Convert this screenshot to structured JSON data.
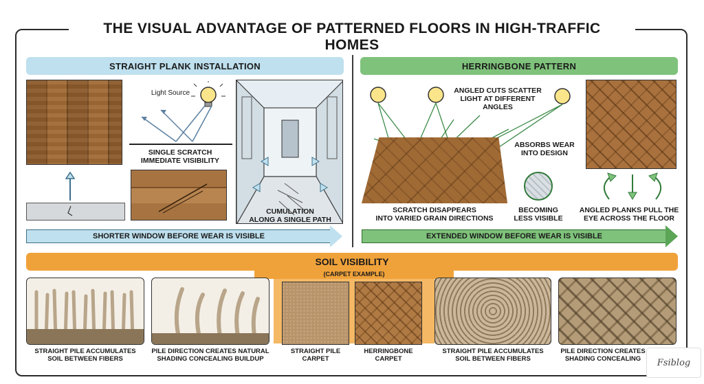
{
  "title": "THE VISUAL ADVANTAGE OF PATTERNED FLOORS IN HIGH-TRAFFIC HOMES",
  "left": {
    "header": "STRAIGHT PLANK INSTALLATION",
    "light_source": "Light Source",
    "scratch_label": "SINGLE SCRATCH\nIMMEDIATE VISIBILITY",
    "hallway_label": "CUMULATION\nALONG A SINGLE PATH",
    "arrow": "SHORTER WINDOW BEFORE WEAR IS VISIBLE"
  },
  "right": {
    "header": "HERRINGBONE PATTERN",
    "angled_cuts": "ANGLED CUTS SCATTER\nLIGHT AT DIFFERENT\nANGLES",
    "absorbs": "ABSORBS WEAR\nINTO DESIGN",
    "scratch_disappears": "SCRATCH DISAPPEARS\nINTO VARIED GRAIN DIRECTIONS",
    "less_visible": "BECOMING\nLESS VISIBLE",
    "angled_planks": "ANGLED PLANKS PULL THE\nEYE ACROSS THE FLOOR",
    "arrow": "EXTENDED WINDOW BEFORE WEAR IS VISIBLE"
  },
  "soil": {
    "header": "SOIL VISIBILITY",
    "sub": "(CARPET EXAMPLE)",
    "cards": [
      {
        "label": "STRAIGHT PILE ACCUMULATES\nSOIL BETWEEN FIBERS"
      },
      {
        "label": "PILE DIRECTION CREATES NATURAL\nSHADING CONCEALING BUILDUP"
      },
      {
        "label": "STRAIGHT PILE\nCARPET"
      },
      {
        "label": "HERRINGBONE\nCARPET"
      },
      {
        "label": "STRAIGHT PILE ACCUMULATES\nSOIL BETWEEN FIBERS"
      },
      {
        "label": "PILE DIRECTION CREATES\nSHADING CONCEALING"
      }
    ]
  },
  "logo": "Fsiblog"
}
